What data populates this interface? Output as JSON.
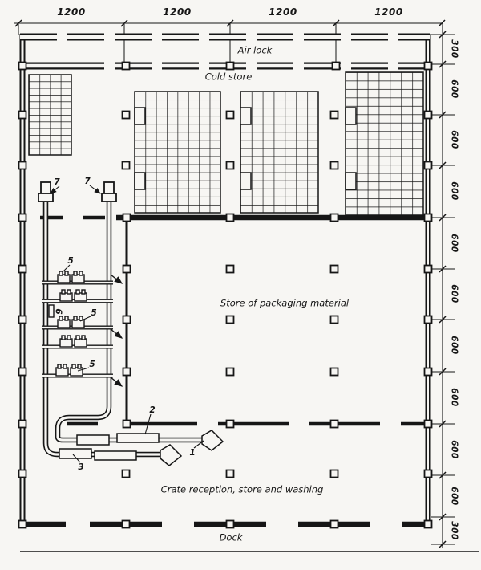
{
  "drawing": {
    "colors": {
      "ink": "#161616",
      "paper": "#f7f6f3"
    },
    "dimensions": {
      "top": [
        "1200",
        "1200",
        "1200",
        "1200"
      ],
      "right": [
        "300",
        "600",
        "600",
        "600",
        "600",
        "600",
        "600",
        "600",
        "600",
        "600",
        "300"
      ]
    },
    "rooms": {
      "air_lock": "Air lock",
      "cold_store": "Cold store",
      "packaging_store": "Store of packaging material",
      "crate_area": "Crate reception, store and washing",
      "dock": "Dock"
    },
    "callouts": {
      "conveyor_1": "1",
      "conveyor_2": "2",
      "conveyor_3": "3",
      "machine_5a": "5",
      "machine_5b": "5",
      "machine_5c": "5",
      "device_6": "6",
      "elevator_7a": "7",
      "elevator_7b": "7"
    }
  }
}
